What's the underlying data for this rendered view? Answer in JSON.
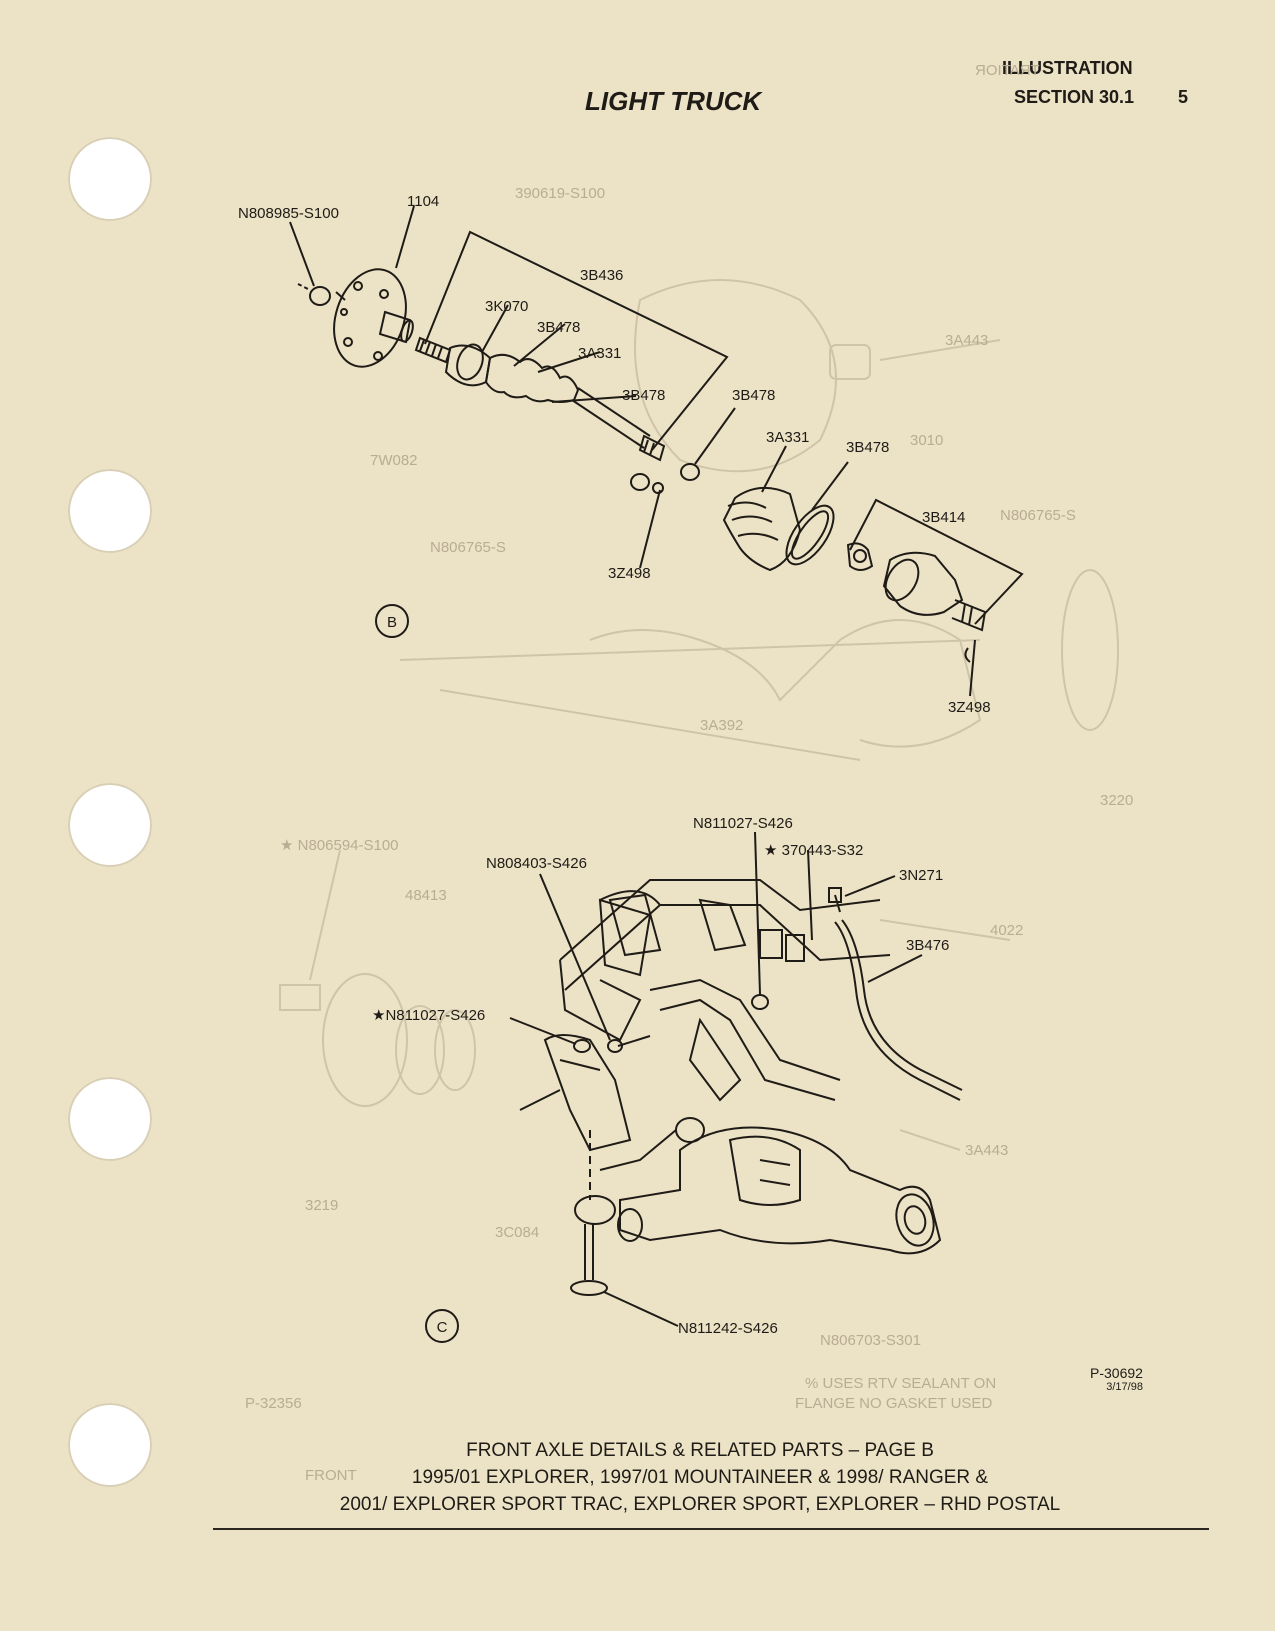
{
  "header": {
    "title": "LIGHT TRUCK",
    "illustration": "ILLUSTRATION",
    "section": "SECTION 30.1",
    "page_number": "5"
  },
  "view_b": {
    "marker": "B",
    "labels": {
      "bolt": "N808985-S100",
      "hub": "1104",
      "shaft_assembly": "3B436",
      "joint_outer": "3K070",
      "clamp_1": "3B478",
      "boot_1": "3A331",
      "clamp_2": "3B478",
      "clamp_3": "3B478",
      "boot_2": "3A331",
      "clamp_4": "3B478",
      "inner_joint": "3B414",
      "circlip_1": "3Z498",
      "circlip_2": "3Z498"
    }
  },
  "view_c": {
    "marker": "C",
    "labels": {
      "nut_top": "N811027-S426",
      "bolt_1": "N808403-S426",
      "screw_star": "★ 370443-S32",
      "fitting": "3N271",
      "vent_hose": "3B476",
      "nut_star": "★N811027-S426",
      "bottom_bolt": "N811242-S426"
    }
  },
  "reference": {
    "number": "P-30692",
    "date": "3/17/98"
  },
  "caption": {
    "line1": "FRONT AXLE DETAILS & RELATED PARTS – PAGE B",
    "line2": "1995/01 EXPLORER, 1997/01 MOUNTAINEER & 1998/ RANGER &",
    "line3": "2001/ EXPLORER SPORT TRAC, EXPLORER SPORT, EXPLORER – RHD POSTAL"
  }
}
